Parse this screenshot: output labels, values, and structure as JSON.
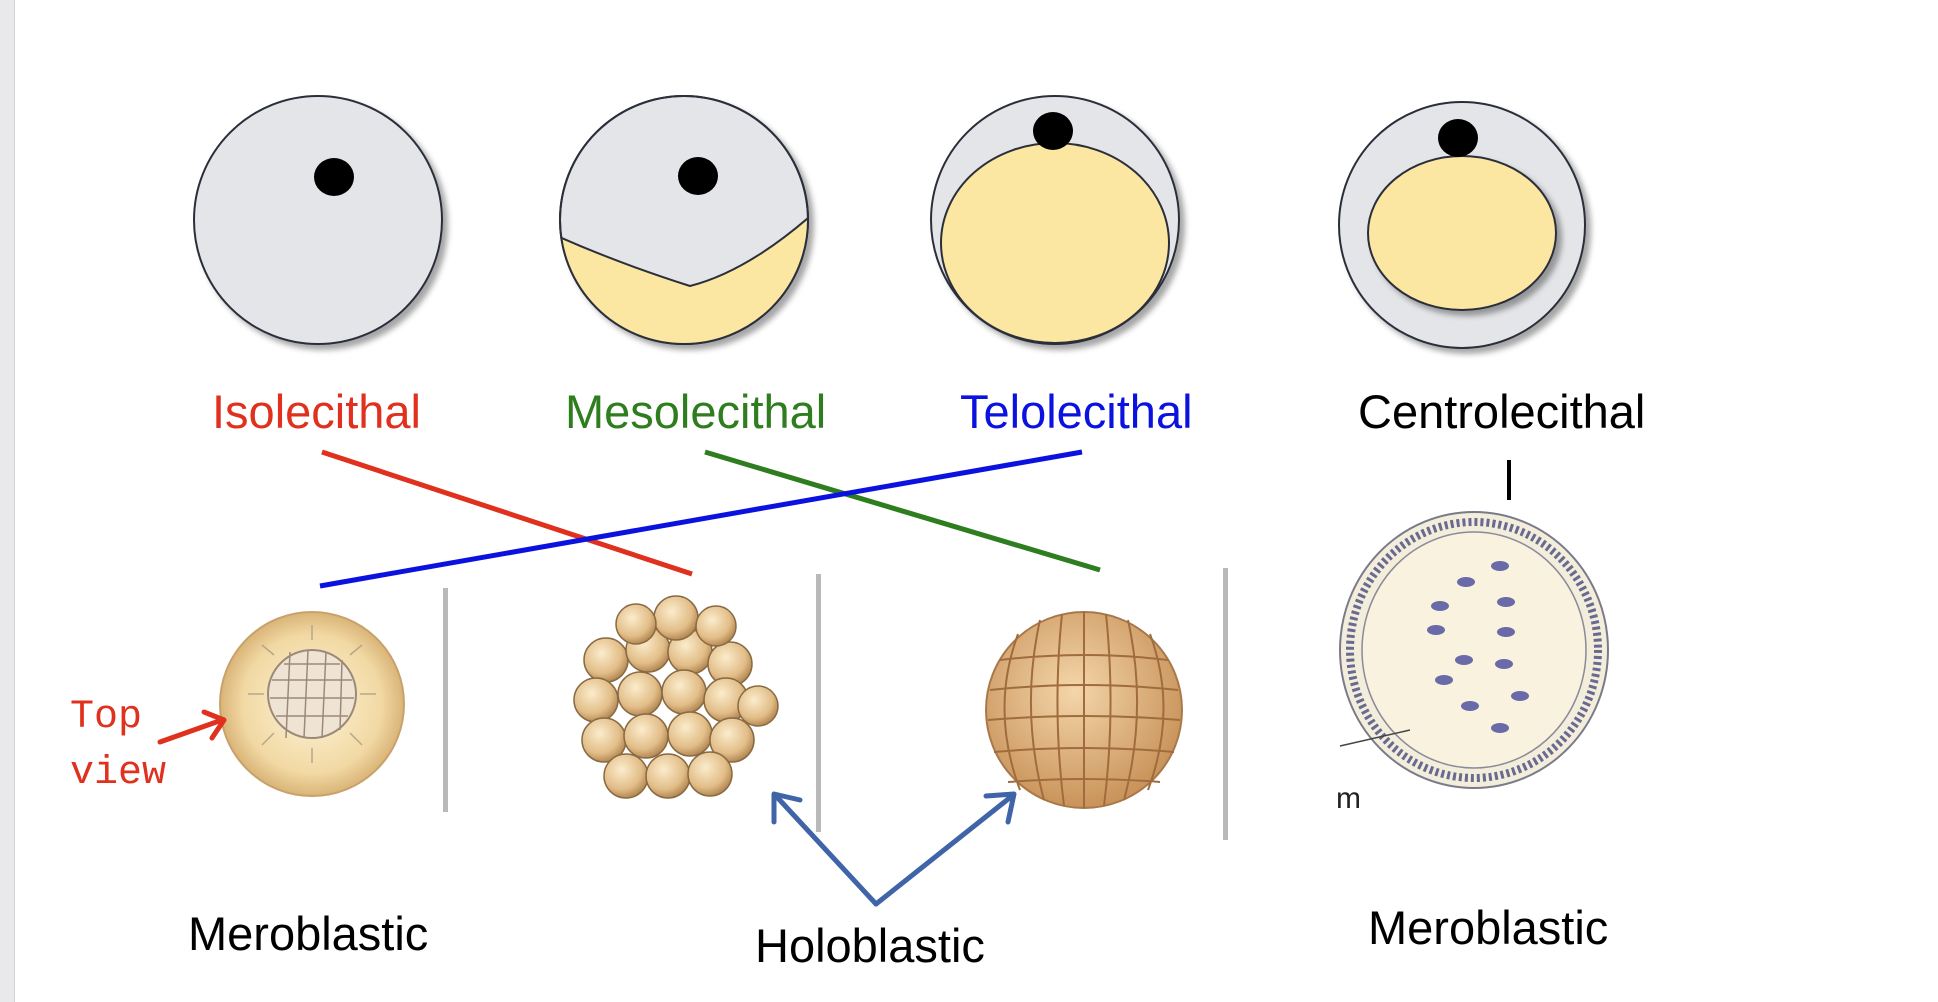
{
  "egg_types": [
    {
      "label": "Isolecithal",
      "color": "#e0301e"
    },
    {
      "label": "Mesolecithal",
      "color": "#2e7d1f"
    },
    {
      "label": "Telolecithal",
      "color": "#0b12e0"
    },
    {
      "label": "Centrolecithal",
      "color": "#000000"
    }
  ],
  "cleavage": {
    "left": "Meroblastic",
    "center": "Holoblastic",
    "right": "Meroblastic"
  },
  "annotation": {
    "line1": "Top",
    "line2": "view",
    "color": "#e0301e"
  },
  "fragment_text": "m",
  "colors": {
    "cytoplasm": "#e4e5e8",
    "yolk": "#fbe6a2",
    "nucleus": "#000000",
    "holoblastic_arrows": "#3f64a8"
  }
}
